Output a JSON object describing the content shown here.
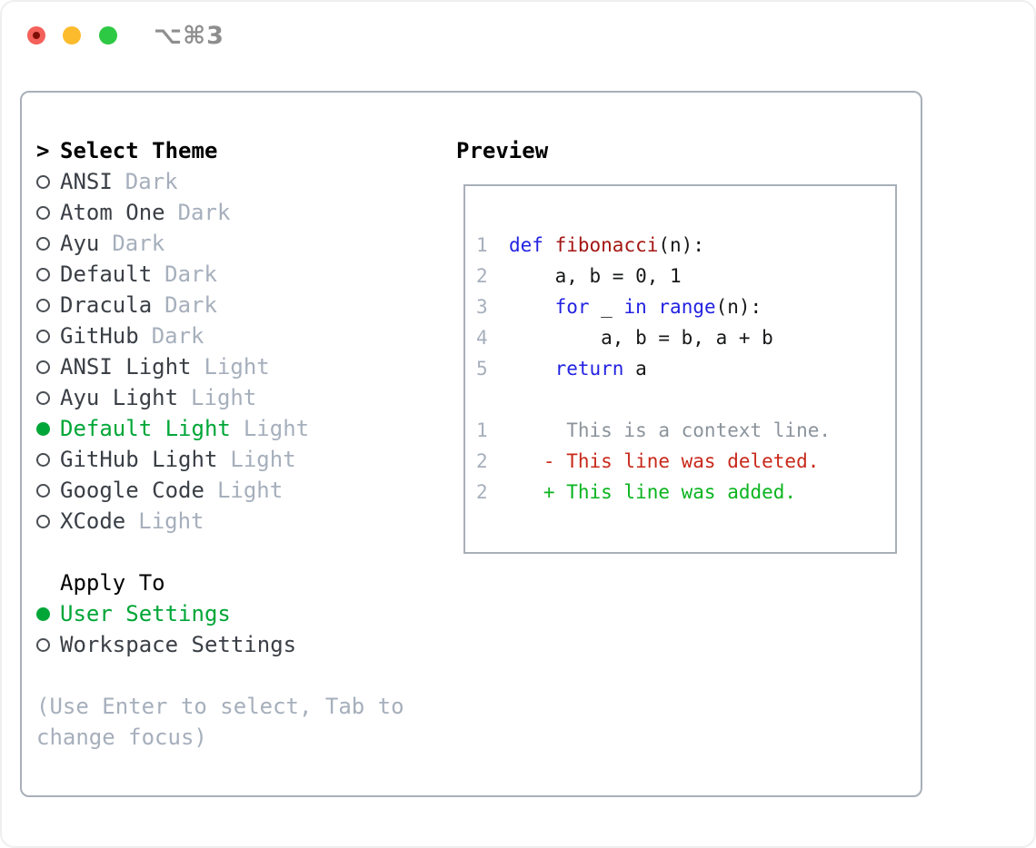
{
  "window": {
    "shortcut": "⌥⌘3",
    "traffic_lights": {
      "close": "#f4605a",
      "minimize": "#fcbb2d",
      "zoom": "#2ec944"
    }
  },
  "theme_picker": {
    "header_prefix": ">",
    "header": "Select Theme",
    "items": [
      {
        "name": "ANSI",
        "variant": "Dark",
        "selected": false
      },
      {
        "name": "Atom One",
        "variant": "Dark",
        "selected": false
      },
      {
        "name": "Ayu",
        "variant": "Dark",
        "selected": false
      },
      {
        "name": "Default",
        "variant": "Dark",
        "selected": false
      },
      {
        "name": "Dracula",
        "variant": "Dark",
        "selected": false
      },
      {
        "name": "GitHub",
        "variant": "Dark",
        "selected": false
      },
      {
        "name": "ANSI Light",
        "variant": "Light",
        "selected": false
      },
      {
        "name": "Ayu Light",
        "variant": "Light",
        "selected": false
      },
      {
        "name": "Default Light",
        "variant": "Light",
        "selected": true
      },
      {
        "name": "GitHub Light",
        "variant": "Light",
        "selected": false
      },
      {
        "name": "Google Code",
        "variant": "Light",
        "selected": false
      },
      {
        "name": "XCode",
        "variant": "Light",
        "selected": false
      }
    ],
    "apply_to": {
      "header": "Apply To",
      "options": [
        {
          "label": "User Settings",
          "selected": true
        },
        {
          "label": "Workspace Settings",
          "selected": false
        }
      ]
    },
    "help_text": "(Use Enter to select, Tab to change focus)"
  },
  "preview": {
    "title": "Preview",
    "code_lines": [
      {
        "num": "1",
        "tokens": [
          {
            "t": "def",
            "c": "kw"
          },
          {
            "t": " "
          },
          {
            "t": "fibonacci",
            "c": "fn"
          },
          {
            "t": "(n):"
          }
        ]
      },
      {
        "num": "2",
        "tokens": [
          {
            "t": "    a, b = 0, 1"
          }
        ]
      },
      {
        "num": "3",
        "tokens": [
          {
            "t": "    "
          },
          {
            "t": "for",
            "c": "kw"
          },
          {
            "t": " _ "
          },
          {
            "t": "in",
            "c": "kw"
          },
          {
            "t": " "
          },
          {
            "t": "range",
            "c": "kw"
          },
          {
            "t": "(n):"
          }
        ]
      },
      {
        "num": "4",
        "tokens": [
          {
            "t": "        a, b = b, a + b"
          }
        ]
      },
      {
        "num": "5",
        "tokens": [
          {
            "t": "    "
          },
          {
            "t": "return",
            "c": "kw"
          },
          {
            "t": " a"
          }
        ]
      }
    ],
    "diff_lines": [
      {
        "num": "1",
        "kind": "ctx",
        "text": "     This is a context line."
      },
      {
        "num": "2",
        "kind": "del",
        "text": "   - This line was deleted."
      },
      {
        "num": "2",
        "kind": "add",
        "text": "   + This line was added."
      }
    ]
  },
  "colors": {
    "border": "#a8afb9",
    "text": "#3a3f46",
    "muted": "#a6afbc",
    "green": "#00a637",
    "addgreen": "#09b41f",
    "red": "#c8291a",
    "kw": "#2222e2",
    "fn": "#a31512",
    "ctx": "#8b939b",
    "codetext": "#17181a",
    "tl-red": "#f4605a",
    "tl-yellow": "#fcbb2d",
    "tl-green": "#2ec944"
  }
}
